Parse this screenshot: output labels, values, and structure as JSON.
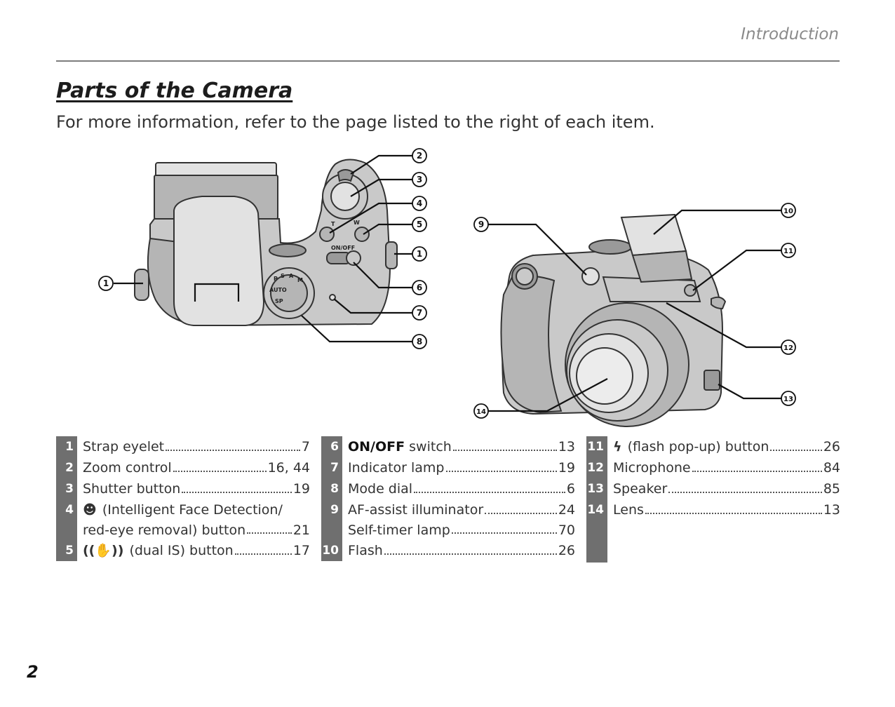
{
  "header": {
    "section": "Introduction",
    "title": "Parts of the Camera",
    "intro": "For more information, refer to the page listed to the right of each item."
  },
  "figure": {
    "top_view_labels": {
      "on_off": "ON/OFF",
      "zoom_t": "T",
      "zoom_w": "W",
      "dial_modes": [
        "M",
        "A",
        "S",
        "P",
        "SP",
        "AUTO"
      ]
    },
    "callout_numbers": [
      "①",
      "②",
      "③",
      "④",
      "⑤",
      "⑥",
      "⑦",
      "⑧",
      "⑨",
      "⑩",
      "⑪",
      "⑫",
      "⑬",
      "⑭"
    ]
  },
  "parts": [
    {
      "n": "1",
      "lines": [
        {
          "text": "Strap eyelet",
          "page": "7"
        }
      ]
    },
    {
      "n": "2",
      "lines": [
        {
          "text": "Zoom control",
          "page": "16, 44"
        }
      ]
    },
    {
      "n": "3",
      "lines": [
        {
          "text": "Shutter button",
          "page": "19"
        }
      ]
    },
    {
      "n": "4",
      "symbol": "☻",
      "lines": [
        {
          "text": "(Intelligent Face Detection/"
        },
        {
          "text": "red-eye removal) button",
          "page": "21"
        }
      ]
    },
    {
      "n": "5",
      "symbol": "((✋))",
      "lines": [
        {
          "text": "(dual IS) button",
          "page": "17"
        }
      ]
    },
    {
      "n": "6",
      "bold": "ON/OFF",
      "lines": [
        {
          "text": "switch",
          "page": "13"
        }
      ]
    },
    {
      "n": "7",
      "lines": [
        {
          "text": "Indicator lamp",
          "page": "19"
        }
      ]
    },
    {
      "n": "8",
      "lines": [
        {
          "text": "Mode dial",
          "page": "6"
        }
      ]
    },
    {
      "n": "9",
      "lines": [
        {
          "text": "AF-assist illuminator",
          "page": "24"
        },
        {
          "text": "Self-timer lamp",
          "page": "70"
        }
      ]
    },
    {
      "n": "10",
      "lines": [
        {
          "text": "Flash",
          "page": "26"
        }
      ]
    },
    {
      "n": "11",
      "symbol": "ϟ",
      "lines": [
        {
          "text": "(flash pop-up) button",
          "page": "26"
        }
      ]
    },
    {
      "n": "12",
      "lines": [
        {
          "text": "Microphone",
          "page": "84"
        }
      ]
    },
    {
      "n": "13",
      "lines": [
        {
          "text": "Speaker",
          "page": "85"
        }
      ]
    },
    {
      "n": "14",
      "lines": [
        {
          "text": "Lens",
          "page": "13"
        }
      ]
    }
  ],
  "footer": {
    "page_number": "2"
  }
}
